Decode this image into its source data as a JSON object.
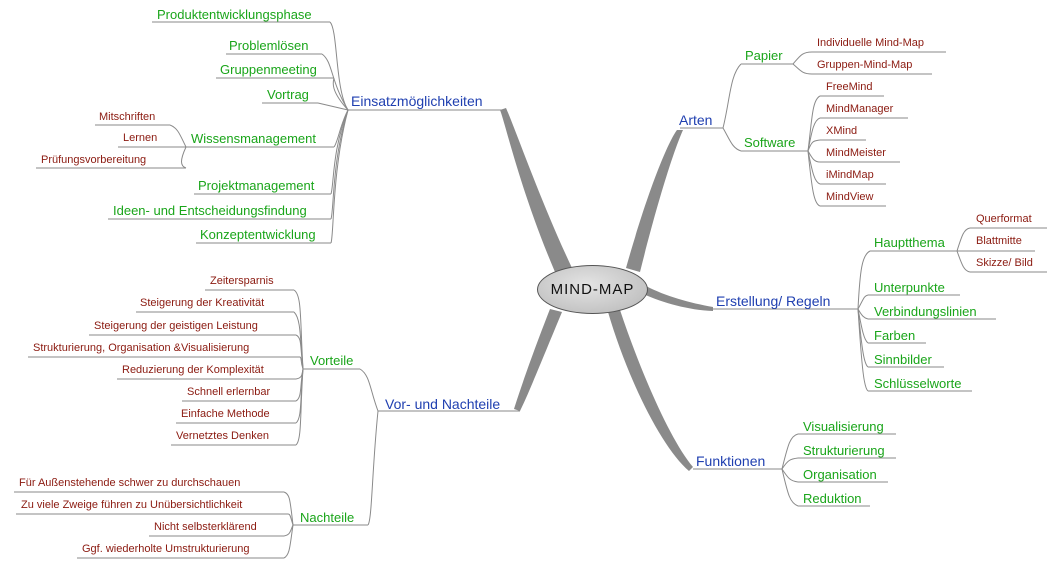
{
  "center": "MIND-MAP",
  "colors": {
    "main_branch": "#1f3fb0",
    "sub_branch": "#1aa51a",
    "leaf": "#8b1a10",
    "line": "#8a8a8a"
  },
  "branches": {
    "einsatz": {
      "label": "Einsatzmöglichkeiten",
      "items": {
        "produkt": "Produktentwicklungsphase",
        "problem": "Problemlösen",
        "gruppe": "Gruppenmeeting",
        "vortrag": "Vortrag",
        "wissen": {
          "label": "Wissensmanagement",
          "items": [
            "Mitschriften",
            "Lernen",
            "Prüfungsvorbereitung"
          ]
        },
        "projekt": "Projektmanagement",
        "ideen": "Ideen- und Entscheidungsfindung",
        "konzept": "Konzeptentwicklung"
      }
    },
    "arten": {
      "label": "Arten",
      "papier": {
        "label": "Papier",
        "items": [
          "Individuelle Mind-Map",
          "Gruppen-Mind-Map"
        ]
      },
      "software": {
        "label": "Software",
        "items": [
          "FreeMind",
          "MindManager",
          "XMind",
          "MindMeister",
          "iMindMap",
          "MindView"
        ]
      }
    },
    "erstellung": {
      "label": "Erstellung/ Regeln",
      "hauptthema": {
        "label": "Hauptthema",
        "items": [
          "Querformat",
          "Blattmitte",
          "Skizze/ Bild"
        ]
      },
      "items": [
        "Unterpunkte",
        "Verbindungslinien",
        "Farben",
        "Sinnbilder",
        "Schlüsselworte"
      ]
    },
    "funktionen": {
      "label": "Funktionen",
      "items": [
        "Visualisierung",
        "Strukturierung",
        "Organisation",
        "Reduktion"
      ]
    },
    "vorundnach": {
      "label": "Vor- und Nachteile",
      "vorteile": {
        "label": "Vorteile",
        "items": [
          "Zeitersparnis",
          "Steigerung der Kreativität",
          "Steigerung der geistigen Leistung",
          "Strukturierung, Organisation &Visualisierung",
          "Reduzierung der Komplexität",
          "Schnell erlernbar",
          "Einfache Methode",
          "Vernetztes Denken"
        ]
      },
      "nachteile": {
        "label": "Nachteile",
        "items": [
          "Für Außenstehende schwer zu durchschauen",
          "Zu viele Zweige führen zu Unübersichtlichkeit",
          "Nicht selbsterklärend",
          "Ggf. wiederholte Umstrukturierung"
        ]
      }
    }
  }
}
